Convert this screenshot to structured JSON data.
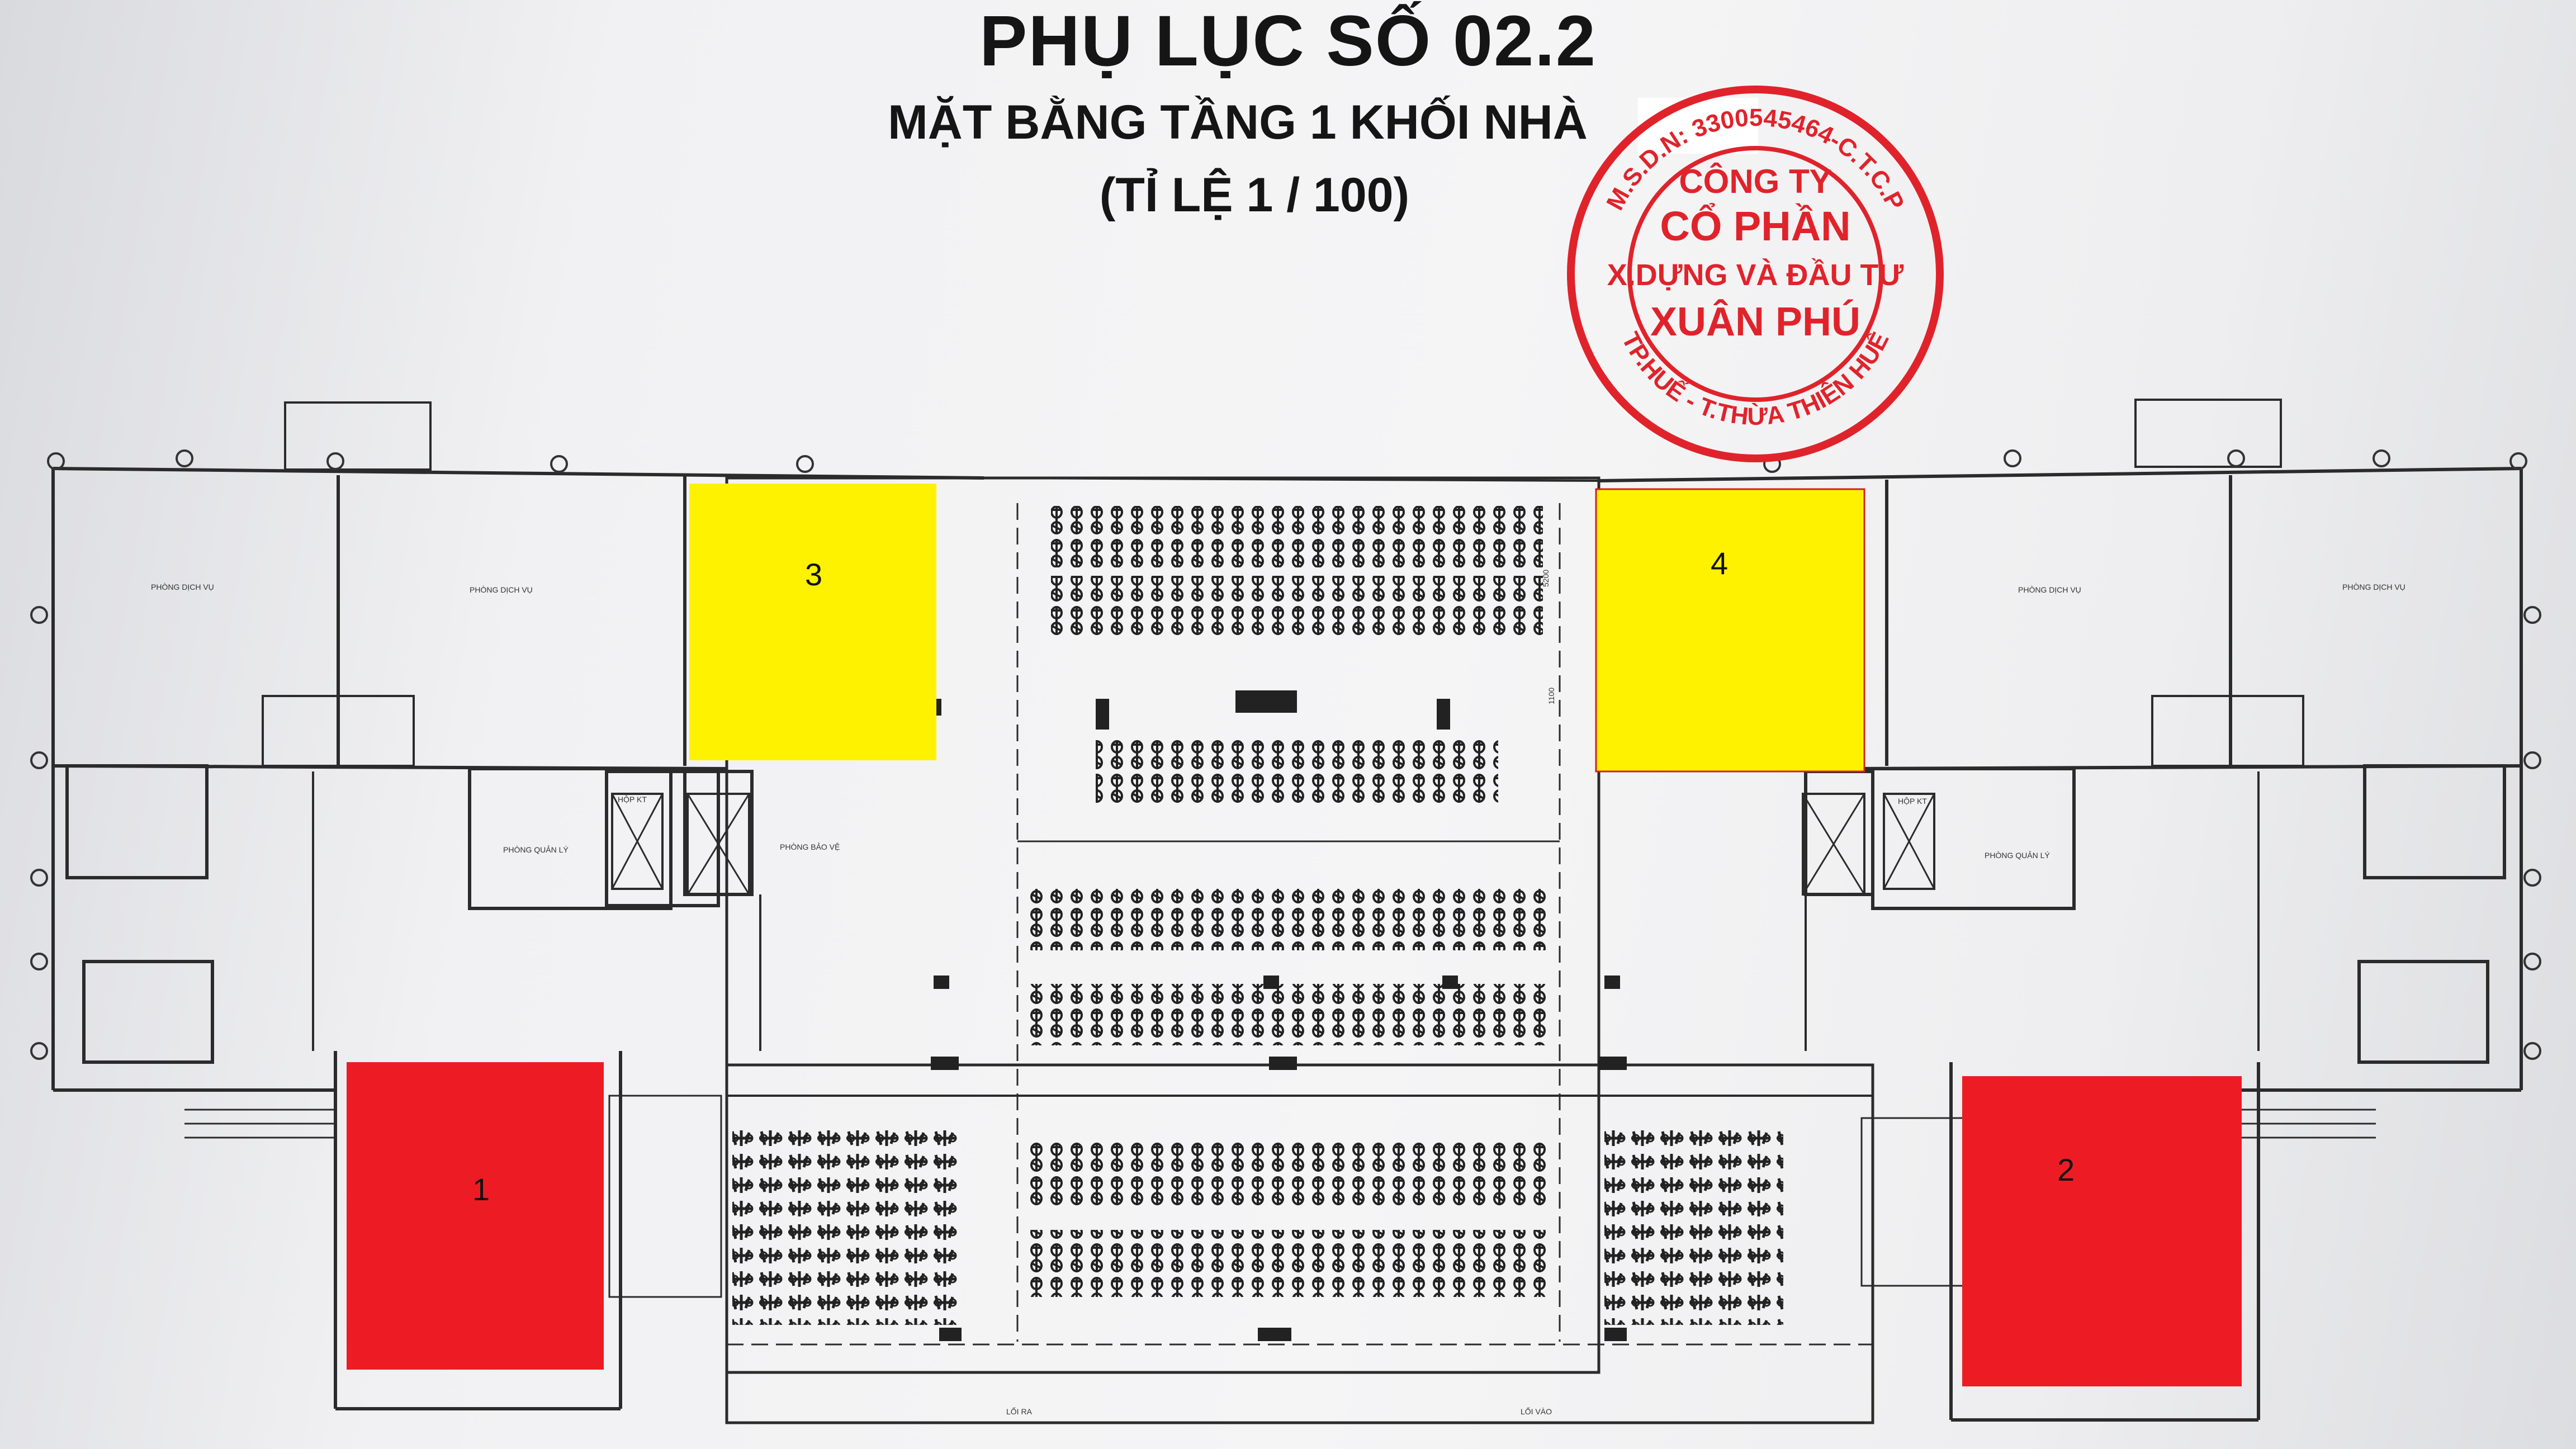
{
  "header": {
    "title": "PHỤ LỤC SỐ 02.2",
    "subtitle": "MẶT BẰNG TẦNG 1 KHỐI NHÀ",
    "scale": "(TỈ LỆ 1 / 100)"
  },
  "stamp": {
    "line1": "CÔNG TY",
    "line2": "CỔ PHẦN",
    "line3": "X.DỰNG VÀ ĐẦU TƯ",
    "line4": "XUÂN PHÚ",
    "ring_top": "M.S.D.N: 3300545464-C.T.C.P",
    "ring_bottom": "TP.HUẾ - T.THỪA THIÊN HUẾ",
    "color": "#e0232b"
  },
  "plan_labels": {
    "service_left_1": "PHÒNG DỊCH VỤ",
    "service_left_2": "PHÒNG DỊCH VỤ",
    "service_right_1": "PHÒNG DỊCH VỤ",
    "service_right_2": "PHÒNG DỊCH VỤ",
    "manager_left": "PHÒNG QUẢN LÝ",
    "manager_right": "PHÒNG QUẢN LÝ",
    "tech_left": "HỘP KT",
    "tech_right": "HỘP KT",
    "guard": "PHÒNG BẢO VỆ",
    "exit": "LỐI RA",
    "entry": "LỐI VÀO",
    "dim_5200": "5200",
    "dim_1100": "1100"
  },
  "highlights": [
    {
      "id": "1",
      "label": "1",
      "color": "#ed1c24"
    },
    {
      "id": "2",
      "label": "2",
      "color": "#ed1c24"
    },
    {
      "id": "3",
      "label": "3",
      "color": "#fff200"
    },
    {
      "id": "4",
      "label": "4",
      "color": "#fff200"
    }
  ]
}
